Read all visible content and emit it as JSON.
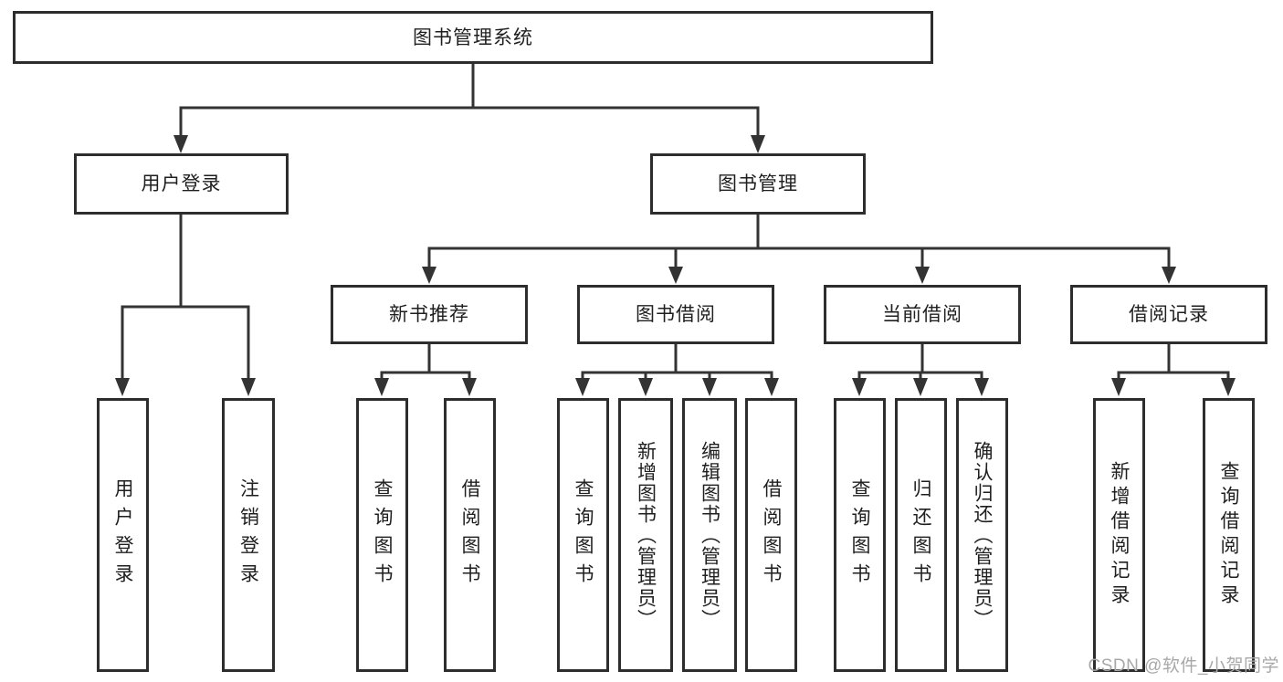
{
  "tree": {
    "root": {
      "label": "图书管理系统",
      "children": [
        {
          "label": "用户登录",
          "children": [
            {
              "label": "用户登录"
            },
            {
              "label": "注销登录"
            }
          ]
        },
        {
          "label": "图书管理",
          "children": [
            {
              "label": "新书推荐",
              "children": [
                {
                  "label": "查询图书"
                },
                {
                  "label": "借阅图书"
                }
              ]
            },
            {
              "label": "图书借阅",
              "children": [
                {
                  "label": "查询图书"
                },
                {
                  "label": "新增图书（管理员）"
                },
                {
                  "label": "编辑图书（管理员）"
                },
                {
                  "label": "借阅图书"
                }
              ]
            },
            {
              "label": "当前借阅",
              "children": [
                {
                  "label": "查询图书"
                },
                {
                  "label": "归还图书"
                },
                {
                  "label": "确认归还（管理员）"
                }
              ]
            },
            {
              "label": "借阅记录",
              "children": [
                {
                  "label": "新增借阅记录"
                },
                {
                  "label": "查询借阅记录"
                }
              ]
            }
          ]
        }
      ]
    }
  },
  "watermark": {
    "text": "CSDN @软件_小贺同学"
  },
  "colors": {
    "line": "#333333",
    "box_border": "#2d2d2d",
    "text": "#1f1f1f",
    "watermark": "#a8a8a8",
    "background": "#ffffff"
  }
}
